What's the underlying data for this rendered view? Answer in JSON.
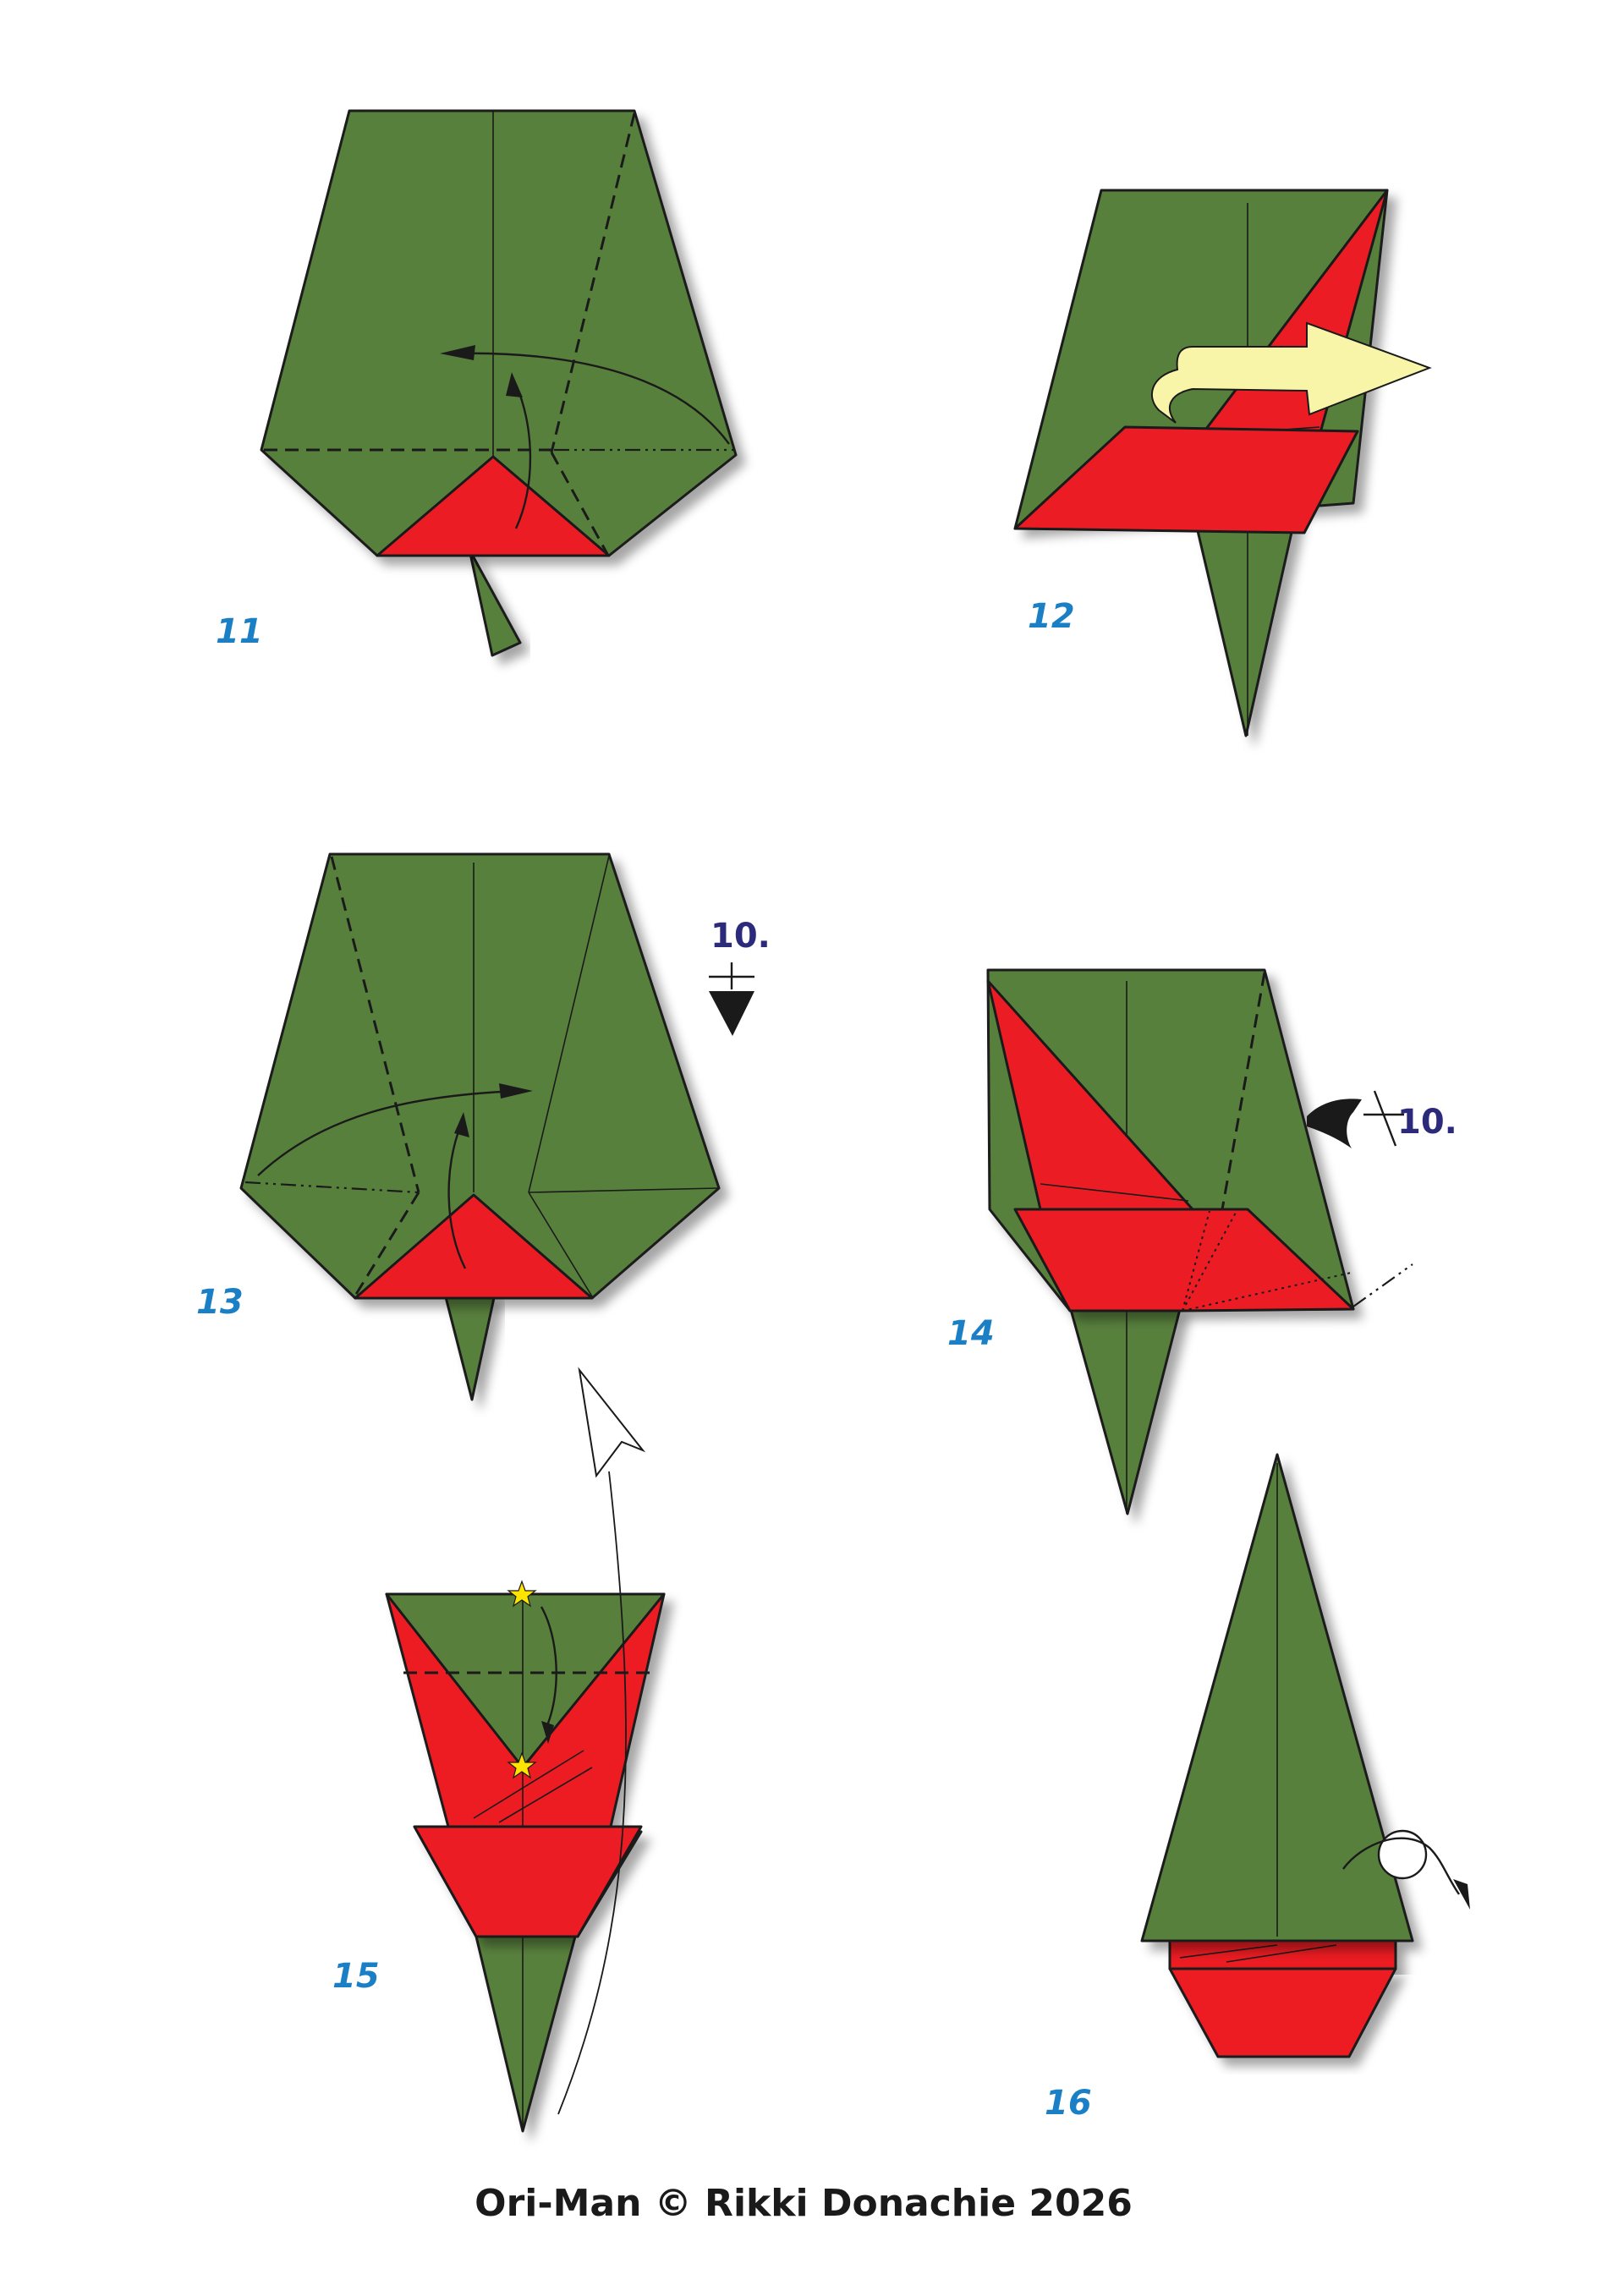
{
  "steps": [
    {
      "number": "11"
    },
    {
      "number": "12"
    },
    {
      "number": "13"
    },
    {
      "number": "14"
    },
    {
      "number": "15"
    },
    {
      "number": "16"
    }
  ],
  "references": {
    "step13_ref": "10.",
    "step14_ref": "10."
  },
  "footer": {
    "credit": "Ori-Man © Rikki Donachie 2026"
  },
  "colors": {
    "paper_green": "#58803c",
    "paper_red": "#ec1c24",
    "step_number": "#1a7fc4",
    "reference_number": "#2c2a7a",
    "turn_arrow": "#f8f4a8"
  }
}
